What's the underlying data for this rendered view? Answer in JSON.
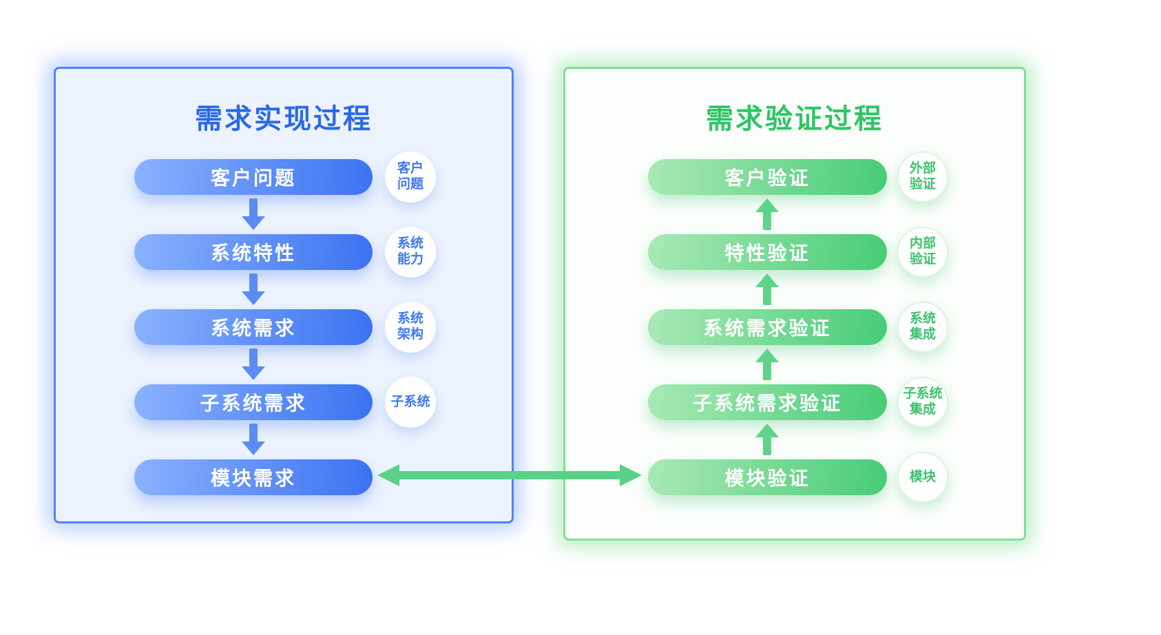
{
  "left_panel": {
    "title": "需求实现过程",
    "accent_color": "#2a6ae8",
    "flow_direction": "down",
    "steps": [
      {
        "label": "客户问题",
        "badge": {
          "line1": "客户",
          "line2": "问题"
        }
      },
      {
        "label": "系统特性",
        "badge": {
          "line1": "系统",
          "line2": "能力"
        }
      },
      {
        "label": "系统需求",
        "badge": {
          "line1": "系统",
          "line2": "架构"
        }
      },
      {
        "label": "子系统需求",
        "badge": {
          "line1": "子系统",
          "line2": ""
        }
      },
      {
        "label": "模块需求",
        "badge": null
      }
    ]
  },
  "right_panel": {
    "title": "需求验证过程",
    "accent_color": "#2fc565",
    "flow_direction": "up",
    "steps": [
      {
        "label": "客户验证",
        "badge": {
          "line1": "外部",
          "line2": "验证"
        }
      },
      {
        "label": "特性验证",
        "badge": {
          "line1": "内部",
          "line2": "验证"
        }
      },
      {
        "label": "系统需求验证",
        "badge": {
          "line1": "系统",
          "line2": "集成"
        }
      },
      {
        "label": "子系统需求验证",
        "badge": {
          "line1": "子系统",
          "line2": "集成"
        }
      },
      {
        "label": "模块验证",
        "badge": {
          "line1": "模块",
          "line2": ""
        }
      }
    ]
  },
  "connector": {
    "type": "double-headed-arrow",
    "from": "模块需求",
    "to": "模块验证",
    "color": "#58d286"
  }
}
